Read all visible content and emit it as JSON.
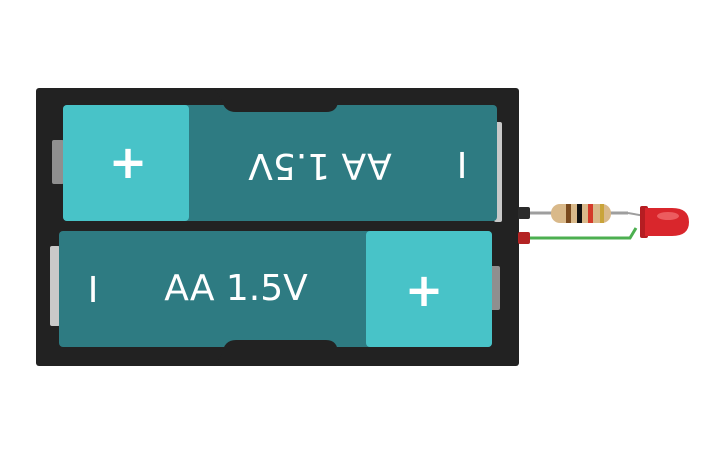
{
  "circuit": {
    "battery_holder": {
      "cells": [
        {
          "label": "AA 1.5V",
          "plus_symbol": "+",
          "minus_symbol": "I",
          "orientation": "flipped"
        },
        {
          "label": "AA 1.5V",
          "plus_symbol": "+",
          "minus_symbol": "I",
          "orientation": "normal"
        }
      ],
      "terminals": [
        "black",
        "red"
      ]
    },
    "resistor": {
      "bands": [
        "brown",
        "black",
        "red",
        "gold"
      ]
    },
    "led": {
      "color": "red"
    },
    "wires": [
      {
        "from": "black-terminal",
        "to": "resistor",
        "color": "#9e9e9e"
      },
      {
        "from": "red-terminal",
        "to": "led",
        "color": "#4caf50"
      }
    ],
    "colors": {
      "holder": "#222222",
      "cell_body": "#2e7b82",
      "cell_plus_end": "#48c3c8",
      "led_red": "#d9262c"
    }
  }
}
